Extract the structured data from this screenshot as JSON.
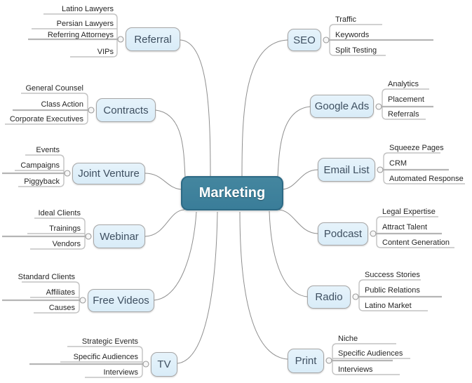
{
  "title": "Marketing",
  "colors": {
    "central-fill": "#3a7d99",
    "central-border": "#2d6a85",
    "central-text": "#ffffff",
    "topic-fill": "#d9ecf8",
    "topic-border": "#a6a6a6",
    "topic-text": "#3f5061",
    "subtopic-text": "#262626",
    "line": "#8f8f8f",
    "underline": "#c2c2c2",
    "trunk": "#b5b5b5"
  },
  "left_branches": [
    {
      "label": "Referral",
      "children": [
        "Latino Lawyers",
        "Persian Lawyers",
        "Referring Attorneys",
        "VIPs"
      ]
    },
    {
      "label": "Contracts",
      "children": [
        "General Counsel",
        "Class Action",
        "Corporate Executives"
      ]
    },
    {
      "label": "Joint Venture",
      "children": [
        "Events",
        "Campaigns",
        "Piggyback"
      ]
    },
    {
      "label": "Webinar",
      "children": [
        "Ideal Clients",
        "Trainings",
        "Vendors"
      ]
    },
    {
      "label": "Free Videos",
      "children": [
        "Standard Clients",
        "Affiliates",
        "Causes"
      ]
    },
    {
      "label": "TV",
      "children": [
        "Strategic Events",
        "Specific Audiences",
        "Interviews"
      ]
    }
  ],
  "right_branches": [
    {
      "label": "SEO",
      "children": [
        "Traffic",
        "Keywords",
        "Split Testing"
      ]
    },
    {
      "label": "Google Ads",
      "children": [
        "Analytics",
        "Placement",
        "Referrals"
      ]
    },
    {
      "label": "Email List",
      "children": [
        "Squeeze Pages",
        "CRM",
        "Automated Response"
      ]
    },
    {
      "label": "Podcast",
      "children": [
        "Legal Expertise",
        "Attract Talent",
        "Content Generation"
      ]
    },
    {
      "label": "Radio",
      "children": [
        "Success Stories",
        "Public Relations",
        "Latino Market"
      ]
    },
    {
      "label": "Print",
      "children": [
        "Niche",
        "Specific Audiences",
        "Interviews"
      ]
    }
  ]
}
